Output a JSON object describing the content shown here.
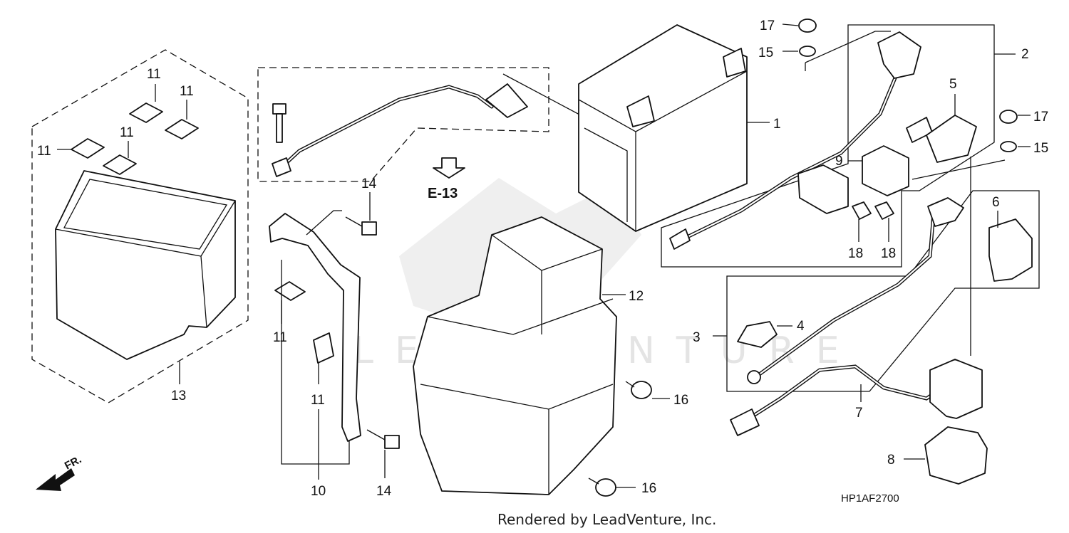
{
  "watermark": {
    "text": "LEADVENTURE"
  },
  "callouts": [
    {
      "id": "1",
      "text": "1"
    },
    {
      "id": "2",
      "text": "2"
    },
    {
      "id": "3",
      "text": "3"
    },
    {
      "id": "4",
      "text": "4"
    },
    {
      "id": "5",
      "text": "5"
    },
    {
      "id": "6",
      "text": "6"
    },
    {
      "id": "7",
      "text": "7"
    },
    {
      "id": "8",
      "text": "8"
    },
    {
      "id": "9",
      "text": "9"
    },
    {
      "id": "10",
      "text": "10"
    },
    {
      "id": "11a",
      "text": "11"
    },
    {
      "id": "11b",
      "text": "11"
    },
    {
      "id": "11c",
      "text": "11"
    },
    {
      "id": "11d",
      "text": "11"
    },
    {
      "id": "11e",
      "text": "11"
    },
    {
      "id": "11f",
      "text": "11"
    },
    {
      "id": "12",
      "text": "12"
    },
    {
      "id": "13",
      "text": "13"
    },
    {
      "id": "14a",
      "text": "14"
    },
    {
      "id": "14b",
      "text": "14"
    },
    {
      "id": "15a",
      "text": "15"
    },
    {
      "id": "15b",
      "text": "15"
    },
    {
      "id": "16a",
      "text": "16"
    },
    {
      "id": "16b",
      "text": "16"
    },
    {
      "id": "17a",
      "text": "17"
    },
    {
      "id": "17b",
      "text": "17"
    },
    {
      "id": "18a",
      "text": "18"
    },
    {
      "id": "18b",
      "text": "18"
    }
  ],
  "section_ref": "E-13",
  "front_marker": "FR.",
  "diagram_code": "HP1AF2700",
  "credit": "Rendered by LeadVenture, Inc."
}
